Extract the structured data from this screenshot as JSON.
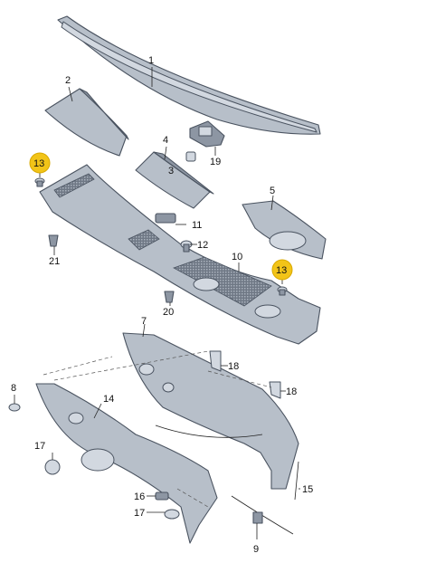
{
  "callouts": [
    {
      "id": "1",
      "label": "1"
    },
    {
      "id": "2",
      "label": "2"
    },
    {
      "id": "3",
      "label": "3"
    },
    {
      "id": "4",
      "label": "4"
    },
    {
      "id": "5",
      "label": "5"
    },
    {
      "id": "7",
      "label": "7"
    },
    {
      "id": "8",
      "label": "8"
    },
    {
      "id": "9",
      "label": "9"
    },
    {
      "id": "10",
      "label": "10"
    },
    {
      "id": "11",
      "label": "11"
    },
    {
      "id": "12",
      "label": "12"
    },
    {
      "id": "13a",
      "label": "13"
    },
    {
      "id": "13b",
      "label": "13"
    },
    {
      "id": "14",
      "label": "14"
    },
    {
      "id": "15",
      "label": "15"
    },
    {
      "id": "16",
      "label": "16"
    },
    {
      "id": "17a",
      "label": "17"
    },
    {
      "id": "17b",
      "label": "17"
    },
    {
      "id": "18a",
      "label": "18"
    },
    {
      "id": "18b",
      "label": "18"
    },
    {
      "id": "19",
      "label": "19"
    },
    {
      "id": "20",
      "label": "20"
    },
    {
      "id": "21",
      "label": "21"
    }
  ],
  "colors": {
    "highlight": "#f2c418",
    "part_fill": "#b7bfc9",
    "outline": "#4a5360"
  }
}
